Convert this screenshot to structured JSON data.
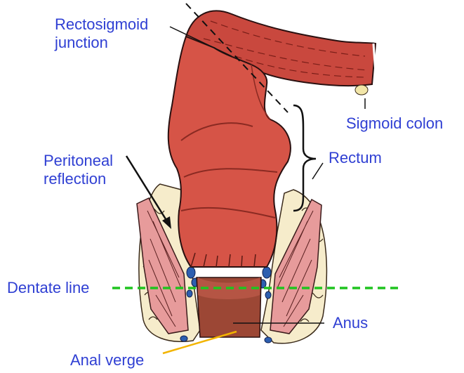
{
  "labels": {
    "rectosigmoid_line1": "Rectosigmoid",
    "rectosigmoid_line2": "junction",
    "sigmoid_colon": "Sigmoid colon",
    "rectum": "Rectum",
    "peritoneal_line1": "Peritoneal",
    "peritoneal_line2": "reflection",
    "dentate_line": "Dentate line",
    "anus": "Anus",
    "anal_verge": "Anal verge"
  },
  "colors": {
    "label_blue": "#2f3fd3",
    "dentate_line_green": "#1fc41f",
    "anal_verge_line_yellow": "#f2b400",
    "rectum_red": "#d8534a",
    "colon_dark_red": "#b63a32",
    "anal_canal_brown": "#9a4433",
    "muscle_pink": "#e8a0a0",
    "fat_cream": "#f5ebc5"
  }
}
